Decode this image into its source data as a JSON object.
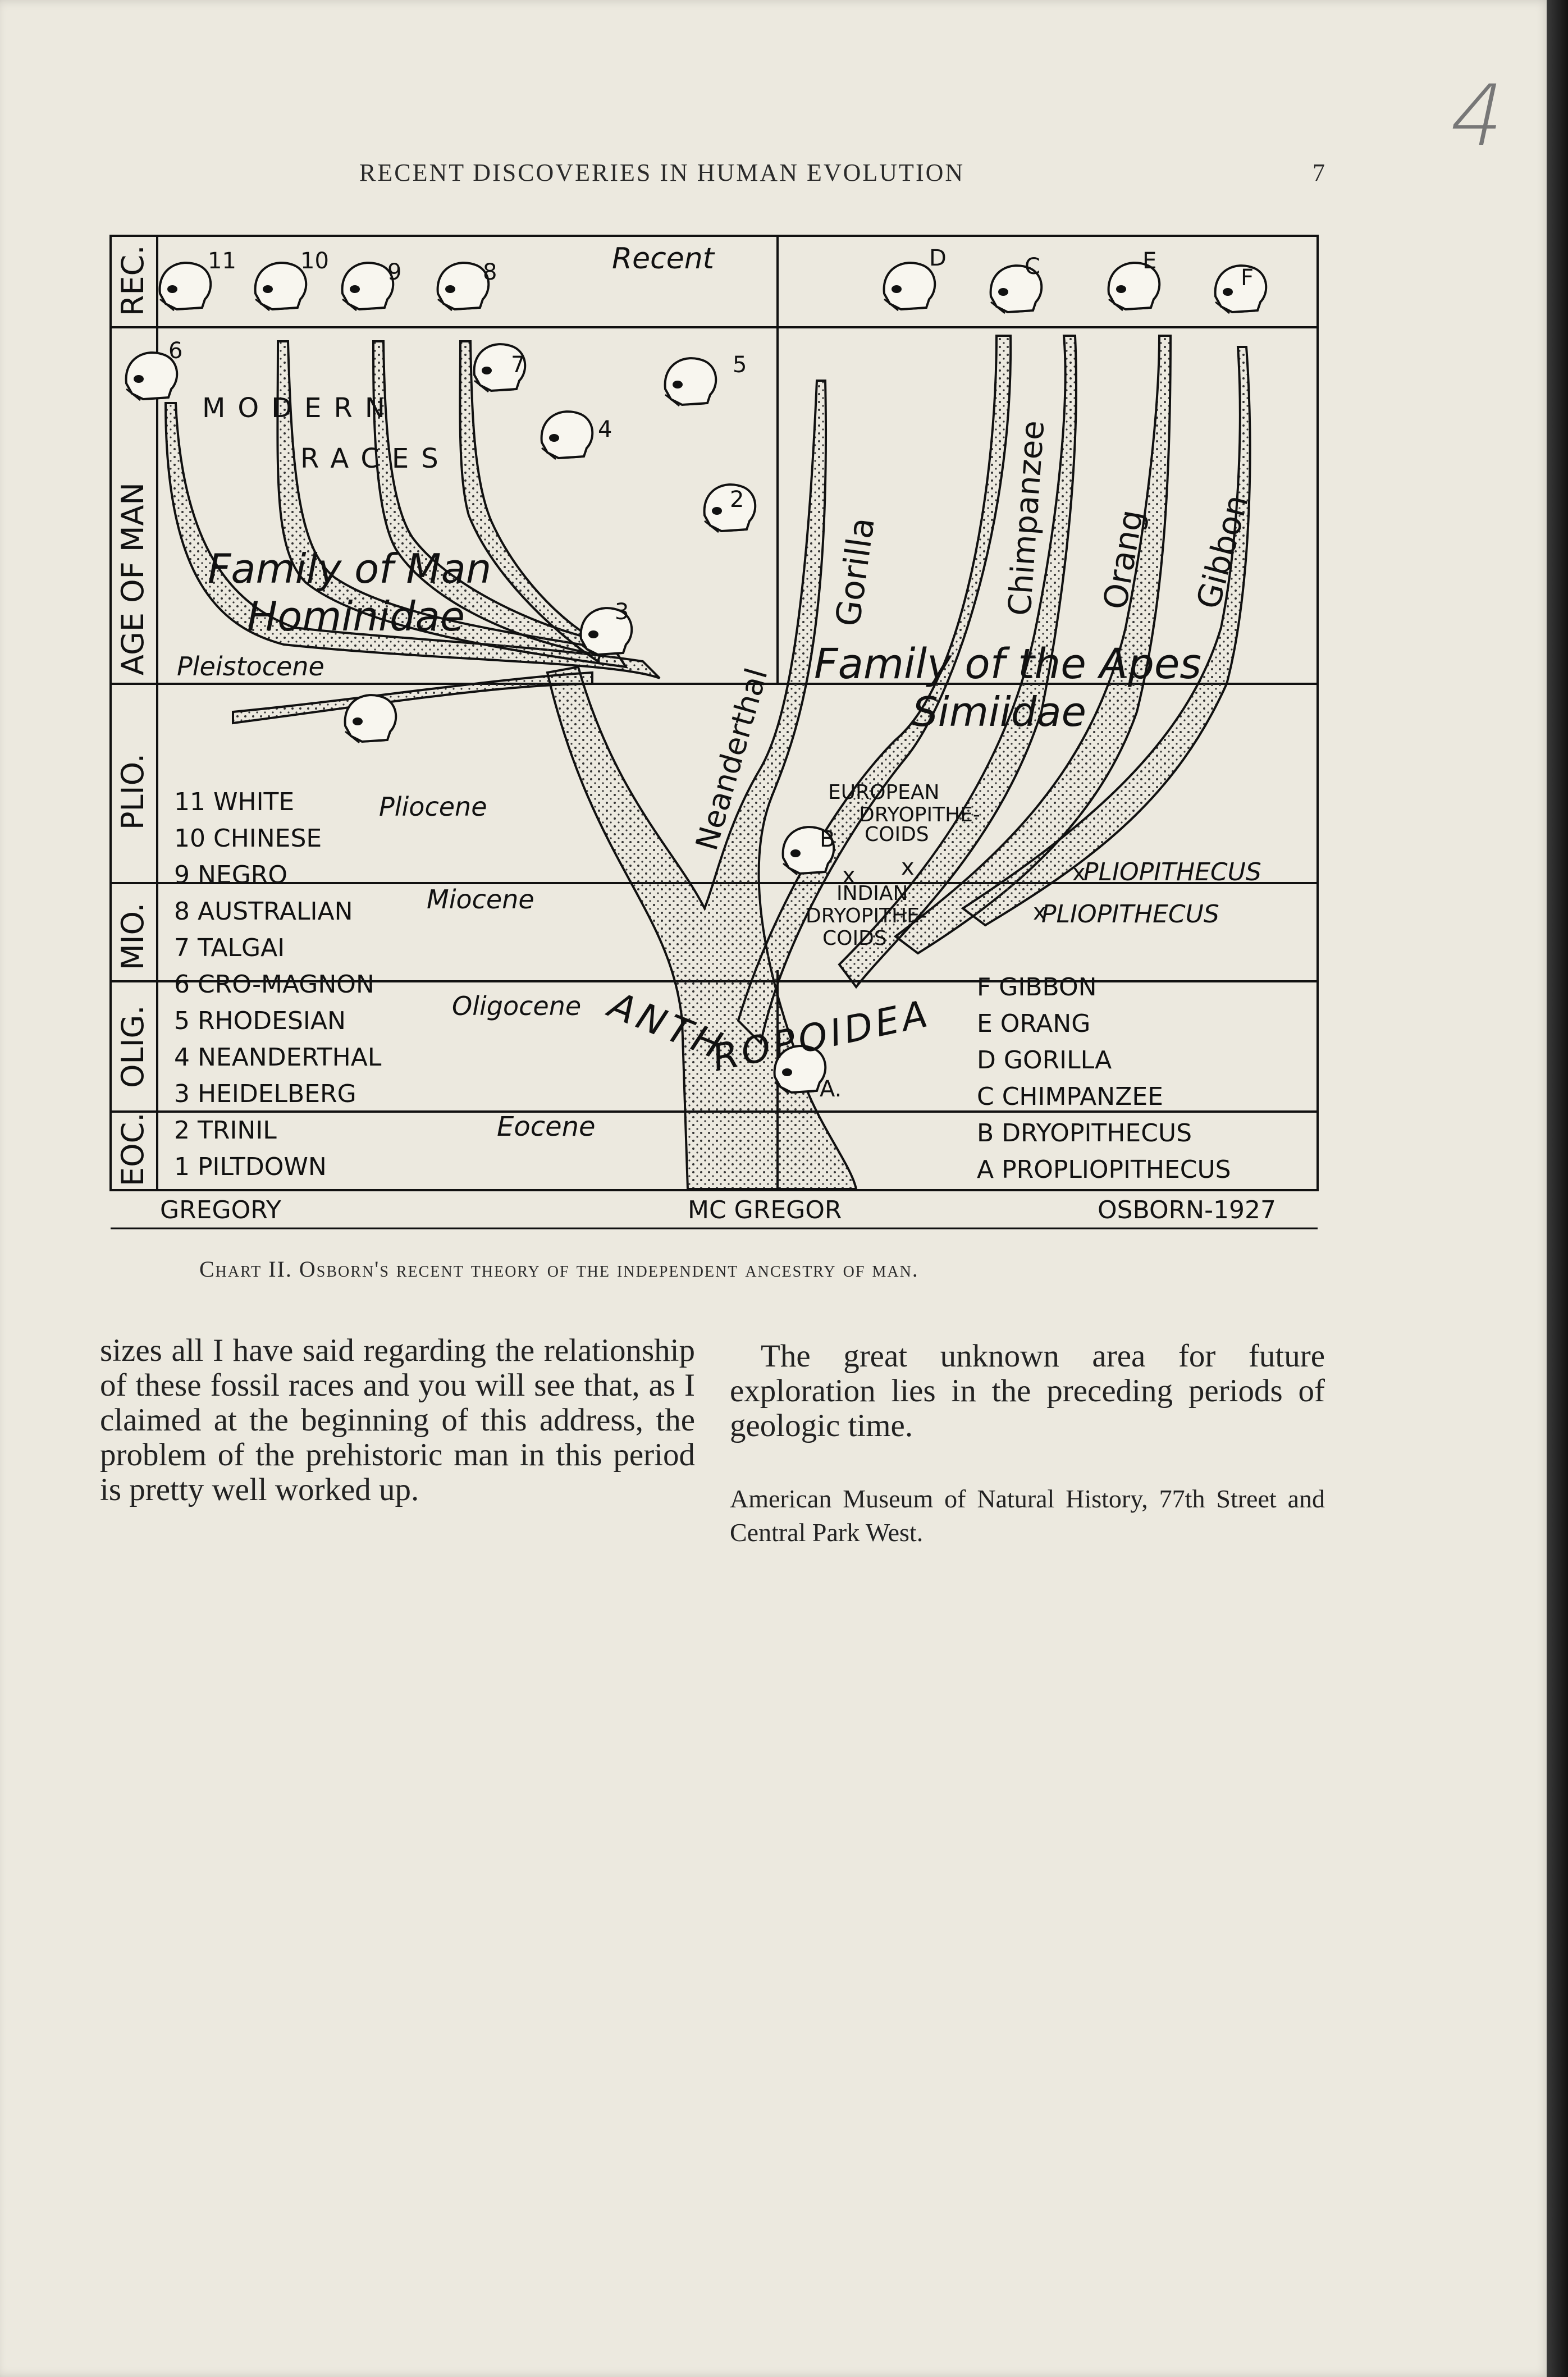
{
  "header": {
    "running_title": "RECENT DISCOVERIES IN HUMAN EVOLUTION",
    "page_number": "7",
    "handwritten_mark": "4"
  },
  "chart": {
    "period_labels": [
      "REC.",
      "AGE OF MAN",
      "PLIO.",
      "MIO.",
      "OLIG.",
      "EOC."
    ],
    "epoch_labels": [
      "Recent",
      "Pleistocene",
      "Pliocene",
      "Miocene",
      "Oligocene",
      "Eocene"
    ],
    "skull_numbers_man": [
      "11",
      "10",
      "9",
      "8",
      "7",
      "6",
      "5",
      "4",
      "3",
      "2"
    ],
    "skull_letters_apes": [
      "D",
      "C",
      "E",
      "F",
      "B",
      "A."
    ],
    "tree_labels": {
      "modern": "MODERN",
      "races": "RACES",
      "family_of_man": "Family of Man",
      "hominidae": "Hominidae",
      "neanderthal": "Neanderthal",
      "gorilla": "Gorilla",
      "chimpanzee": "Chimpanzee",
      "orang": "Orang",
      "gibbon": "Gibbon",
      "family_of_apes": "Family of the Apes",
      "simiidae": "Simiidae",
      "european": "EUROPEAN",
      "dryopithe": "DRYOPITHE-",
      "coids": "COIDS",
      "indian": "INDIAN",
      "pliopithecus": "PLIOPITHECUS",
      "anthropoidea": "ANTHROPOIDEA"
    },
    "man_legend": [
      "11 WHITE",
      "10 CHINESE",
      "9 NEGRO",
      "8 AUSTRALIAN",
      "7 TALGAI",
      "6 CRO-MAGNON",
      "5 RHODESIAN",
      "4 NEANDERTHAL",
      "3 HEIDELBERG",
      "2 TRINIL",
      "1 PILTDOWN"
    ],
    "ape_legend": [
      "F GIBBON",
      "E ORANG",
      "D GORILLA",
      "C CHIMPANZEE",
      "B DRYOPITHECUS",
      "A PROPLIOPITHECUS"
    ],
    "credits": [
      "GREGORY",
      "MC GREGOR",
      "OSBORN-1927"
    ]
  },
  "caption": "Chart II. Osborn's recent theory of the independent ancestry of man.",
  "left_paragraph": "sizes all I have said regarding the relationship of these fossil races and you will see that, as I claimed at the beginning of this address, the problem of the prehistoric man in this period is pretty well worked up.",
  "right_paragraph": "The great unknown area for future exploration lies in the preceding periods of geologic time.",
  "footer_note": "American Museum of Natural History, 77th Street and Central Park West."
}
